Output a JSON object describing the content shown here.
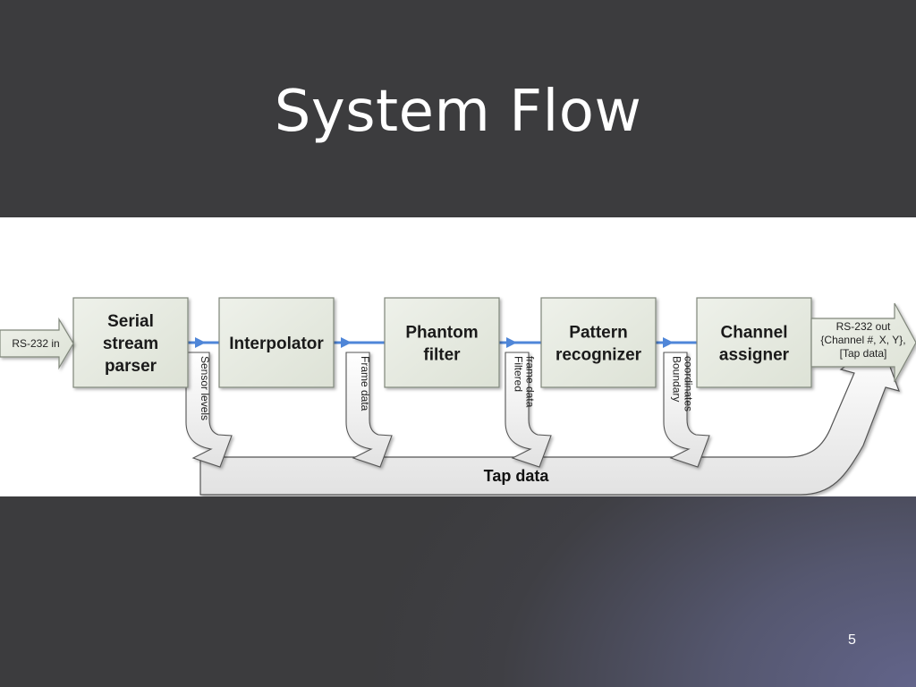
{
  "slide": {
    "title": "System Flow",
    "page_number": "5"
  },
  "diagram": {
    "input_label": "RS-232 in",
    "output_label": [
      "RS-232 out",
      "{Channel #, X, Y},",
      "[Tap data]"
    ],
    "boxes": [
      {
        "name": "serial-stream-parser",
        "lines": [
          "Serial",
          "stream",
          "parser"
        ]
      },
      {
        "name": "interpolator",
        "lines": [
          "Interpolator"
        ]
      },
      {
        "name": "phantom-filter",
        "lines": [
          "Phantom",
          "filter"
        ]
      },
      {
        "name": "pattern-recognizer",
        "lines": [
          "Pattern",
          "recognizer"
        ]
      },
      {
        "name": "channel-assigner",
        "lines": [
          "Channel",
          "assigner"
        ]
      }
    ],
    "taps": [
      {
        "name": "sensor-levels",
        "lines": [
          "Sensor levels"
        ]
      },
      {
        "name": "frame-data",
        "lines": [
          "Frame data"
        ]
      },
      {
        "name": "filtered-frame-data",
        "lines": [
          "Filtered",
          "frame data"
        ]
      },
      {
        "name": "boundary-coordinates",
        "lines": [
          "Boundary",
          "coordinates"
        ]
      }
    ],
    "tap_bus_label": "Tap data",
    "colors": {
      "box_fill": "#e6eae0",
      "box_stroke": "#7f867a",
      "flow_arrow": "#4f86d8",
      "tap_fill": "#f2f2f2",
      "tap_stroke": "#555555"
    }
  }
}
